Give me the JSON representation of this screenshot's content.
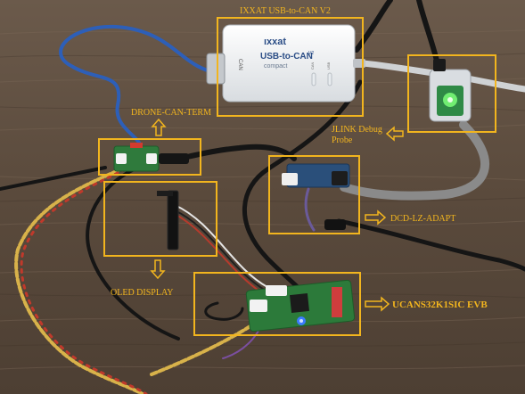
{
  "labels": {
    "ixxat_box": "IXXAT USB-to-CAN V2",
    "drone_can_term": "DRONE-CAN-TERM",
    "jlink": "JLINK Debug\nProbe",
    "jlink_line1": "JLINK Debug",
    "jlink_line2": "Probe",
    "dcd_lz_adapt": "DCD-LZ-ADAPT",
    "oled_display": "OLED DISPLAY",
    "evb": "UCANS32K1SIC EVB"
  },
  "device_text": {
    "brand": "ıxxat",
    "product": "USB-to-CAN",
    "version": "V2",
    "variant": "compact",
    "port": "CAN",
    "led1": "CAN",
    "led2": "USB"
  },
  "colors": {
    "annotation": "#f2b51e",
    "wood": "#5a4a3c",
    "pcb_green": "#2f7a3c",
    "cable_blue": "#2d5fb8",
    "cable_grey": "#8a8a8a",
    "cable_black": "#151515",
    "twisted_yellow": "#d8b24a",
    "twisted_red": "#c0392b"
  }
}
